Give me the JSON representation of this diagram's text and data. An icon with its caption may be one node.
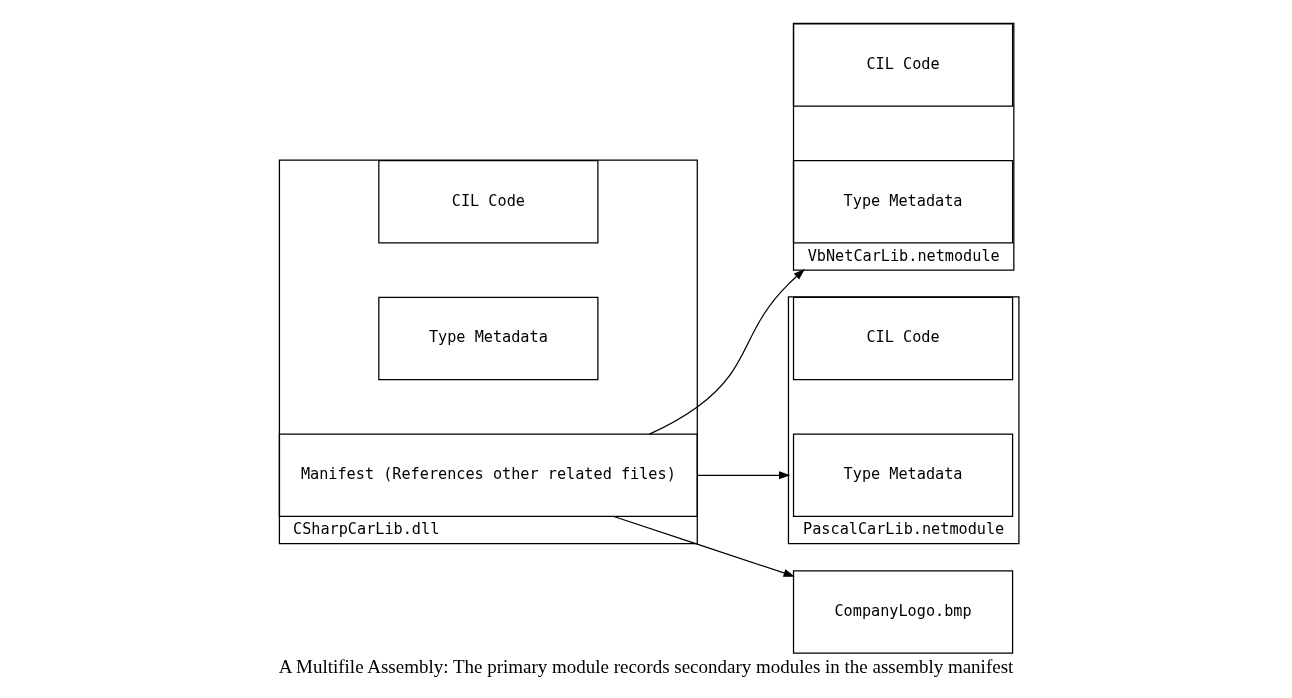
{
  "diagram": {
    "caption": "A Multifile Assembly: The primary module records secondary modules in the assembly manifest",
    "nodes": [
      {
        "text": [
          "CSharpCarLib.dll"
        ]
      },
      {
        "text": [
          "Manifest (References other related files)"
        ],
        "in": 0
      },
      {
        "text": [
          "Type Metadata"
        ],
        "in": 0
      },
      {
        "text": [
          "CIL Code"
        ],
        "in": 0
      },
      {
        "text": [
          "VbNetCarLib.netmodule"
        ]
      },
      {
        "text": [
          "Type Metadata"
        ],
        "in": 4
      },
      {
        "text": [
          "CIL Code"
        ],
        "in": 4
      },
      {
        "text": [
          "PascalCarLib.netmodule"
        ]
      },
      {
        "text": [
          "Type Metadata"
        ],
        "in": 7
      },
      {
        "text": [
          "CIL Code"
        ],
        "in": 7
      },
      {
        "text": [
          "CompanyLogo.bmp"
        ]
      }
    ],
    "edges": [
      {
        "from": 1,
        "to": 4,
        "arrow": "to"
      },
      {
        "from": 1,
        "to": 7,
        "arrow": "to"
      },
      {
        "from": 1,
        "to": 10,
        "arrow": "to"
      }
    ]
  }
}
